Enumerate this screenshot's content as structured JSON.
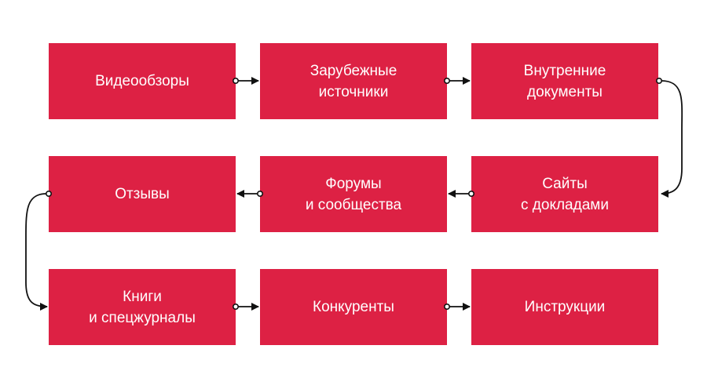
{
  "colors": {
    "box": "#dd2144",
    "connector": "#111111",
    "background": "#ffffff"
  },
  "nodes": [
    {
      "id": "video-reviews",
      "label": "Видеообзоры"
    },
    {
      "id": "foreign-sources",
      "label": "Зарубежные\nисточники"
    },
    {
      "id": "internal-documents",
      "label": "Внутренние\nдокументы"
    },
    {
      "id": "reviews",
      "label": "Отзывы"
    },
    {
      "id": "forums-communities",
      "label": "Форумы\nи сообщества"
    },
    {
      "id": "report-sites",
      "label": "Сайты\nс докладами"
    },
    {
      "id": "books-journals",
      "label": "Книги\nи спецжурналы"
    },
    {
      "id": "competitors",
      "label": "Конкуренты"
    },
    {
      "id": "instructions",
      "label": "Инструкции"
    }
  ],
  "flow": [
    "video-reviews",
    "foreign-sources",
    "internal-documents",
    "report-sites",
    "forums-communities",
    "reviews",
    "books-journals",
    "competitors",
    "instructions"
  ]
}
